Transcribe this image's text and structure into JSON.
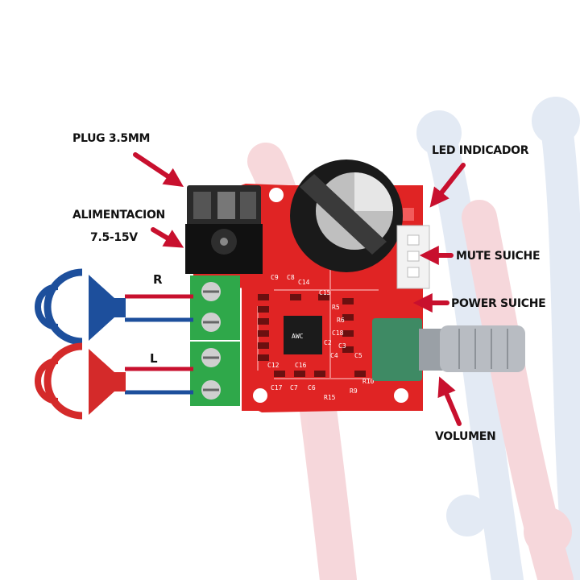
{
  "labels": {
    "plug": "PLUG 3.5MM",
    "alimentacion_line1": "ALIMENTACION",
    "alimentacion_line2": "7.5-15V",
    "led": "LED INDICADOR",
    "mute": "MUTE SUICHE",
    "power": "POWER SUICHE",
    "volumen": "VOLUMEN",
    "right_channel": "R",
    "left_channel": "L"
  },
  "board_silkscreen": {
    "components": [
      "C17",
      "C7",
      "C6",
      "C16",
      "C12",
      "C15",
      "C14",
      "R15",
      "R10",
      "R9",
      "R5",
      "R6",
      "C8",
      "C9",
      "C18",
      "C2",
      "C3",
      "C4",
      "C5"
    ]
  },
  "colors": {
    "board": "#e02424",
    "speaker_right": "#1d4f9c",
    "speaker_left": "#d42a2a",
    "terminal": "#2fa84a",
    "arrow": "#c8102e",
    "background_right": "#f3c9cd",
    "background_blue": "#cfdcee"
  },
  "icons": [
    "speaker-right-icon",
    "speaker-left-icon",
    "arrow-icon"
  ]
}
